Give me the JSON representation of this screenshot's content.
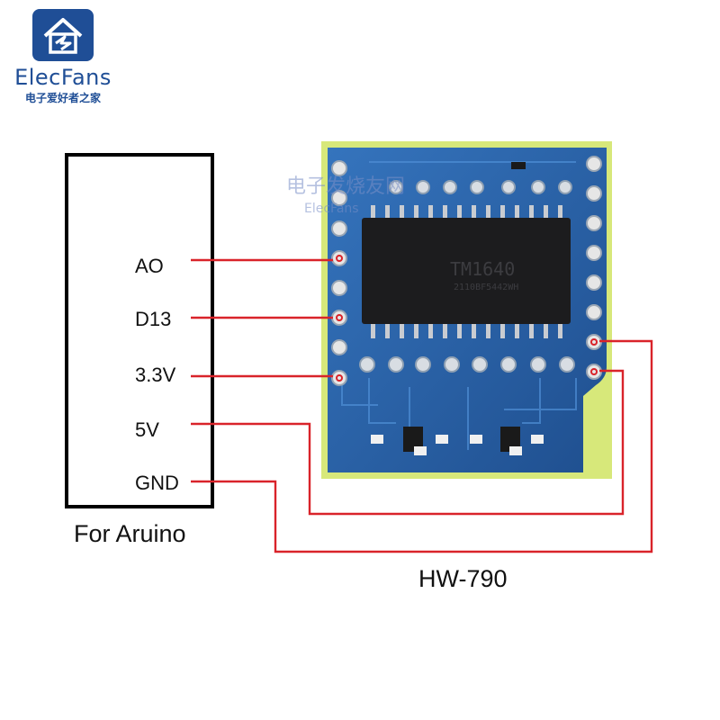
{
  "logo": {
    "name": "ElecFans",
    "subtitle": "电子爱好者之家",
    "brand_color": "#1f4e96"
  },
  "watermark": {
    "text_cn": "电子发烧友网",
    "text_en": "ElecFans"
  },
  "arduino": {
    "caption": "For Aruino",
    "pins": [
      "AO",
      "D13",
      "3.3V",
      "5V",
      "GND"
    ]
  },
  "module": {
    "caption": "HW-790",
    "chip_label": "TM1640",
    "chip_code": "2110BF5442WH",
    "board_color": "#2a63a8"
  },
  "wire_color": "#d9232a"
}
